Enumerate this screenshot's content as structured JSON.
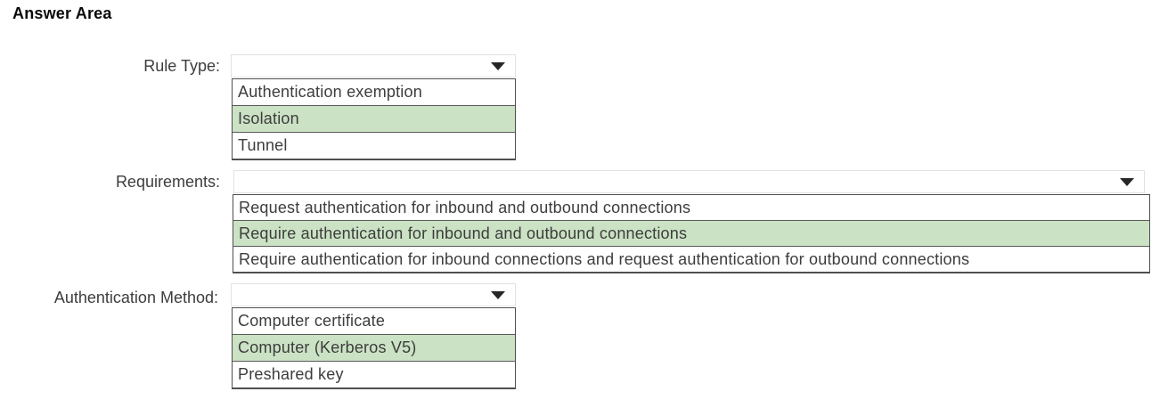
{
  "title": "Answer Area",
  "colors": {
    "highlight_green": "#cbe2c4",
    "list_border": "#4f4f4f",
    "closed_select_border": "#e2e2e2",
    "text": "#3d3d3d",
    "arrow": "#262626",
    "background": "#ffffff"
  },
  "fields": [
    {
      "label": "Rule Type:",
      "selected_value": "",
      "options": [
        {
          "label": "Authentication exemption",
          "highlighted": false
        },
        {
          "label": "Isolation",
          "highlighted": true
        },
        {
          "label": "Tunnel",
          "highlighted": false
        }
      ]
    },
    {
      "label": "Requirements:",
      "selected_value": "",
      "options": [
        {
          "label": "Request authentication for inbound and outbound connections",
          "highlighted": false
        },
        {
          "label": "Require authentication for inbound and outbound connections",
          "highlighted": true
        },
        {
          "label": "Require authentication for inbound connections and request authentication for outbound connections",
          "highlighted": false
        }
      ]
    },
    {
      "label": "Authentication Method:",
      "selected_value": "",
      "options": [
        {
          "label": "Computer certificate",
          "highlighted": false
        },
        {
          "label": "Computer (Kerberos V5)",
          "highlighted": true
        },
        {
          "label": "Preshared key",
          "highlighted": false
        }
      ]
    }
  ]
}
